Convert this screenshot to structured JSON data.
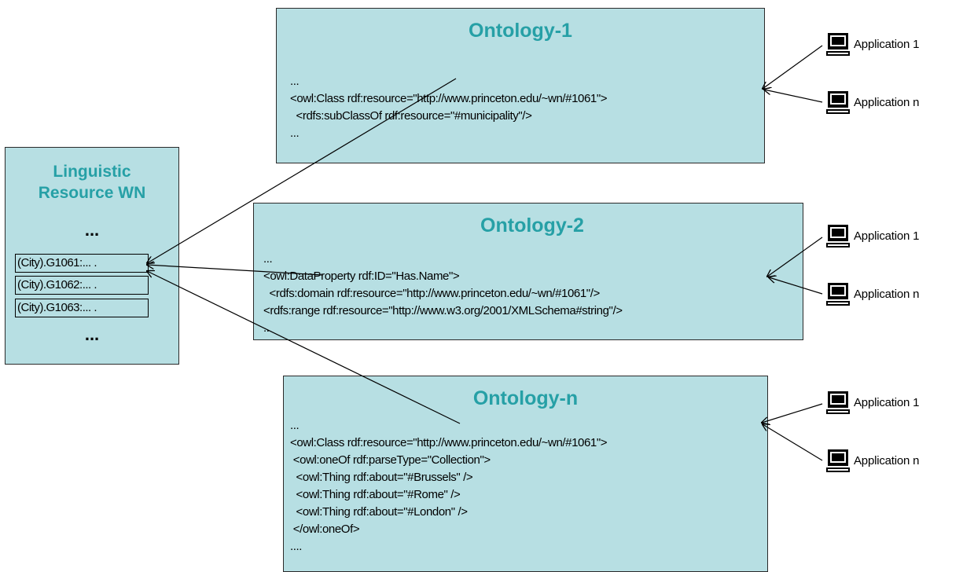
{
  "linguistic": {
    "title_line1": "Linguistic",
    "title_line2": "Resource WN",
    "dots_top": "...",
    "dots_bottom": "...",
    "entries": [
      "(City).G1061:... .",
      "(City).G1062:... .",
      "(City).G1063:... ."
    ]
  },
  "ontologies": [
    {
      "title": "Ontology-1",
      "lines": [
        "...",
        "<owl:Class rdf:resource=\"http://www.princeton.edu/~wn/#1061\">",
        "  <rdfs:subClassOf rdf:resource=\"#municipality\"/>",
        "..."
      ]
    },
    {
      "title": "Ontology-2",
      "lines": [
        "...",
        "<owl:DataProperty rdf:ID=\"Has.Name\">",
        "  <rdfs:domain rdf:resource=\"http://www.princeton.edu/~wn/#1061\"/>",
        "<rdfs:range rdf:resource=\"http://www.w3.org/2001/XMLSchema#string\"/>",
        ".."
      ]
    },
    {
      "title": "Ontology-n",
      "lines": [
        "...",
        "<owl:Class rdf:resource=\"http://www.princeton.edu/~wn/#1061\">",
        " <owl:oneOf rdf:parseType=\"Collection\">",
        "  <owl:Thing rdf:about=\"#Brussels\" />",
        "  <owl:Thing rdf:about=\"#Rome\" />",
        "  <owl:Thing rdf:about=\"#London\" />",
        " </owl:oneOf>",
        "...."
      ]
    }
  ],
  "applications": [
    {
      "label": "Application 1"
    },
    {
      "label": "Application n"
    },
    {
      "label": "Application 1"
    },
    {
      "label": "Application n"
    },
    {
      "label": "Application 1"
    },
    {
      "label": "Application n"
    }
  ],
  "icons": {
    "application": "computer-monitor-icon"
  },
  "colors": {
    "box_fill": "#b7dfe3",
    "title": "#26a0a6",
    "border": "#2a2a2a"
  }
}
